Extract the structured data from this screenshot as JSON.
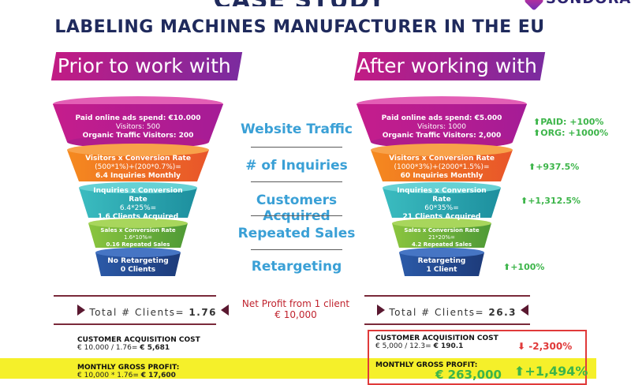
{
  "header": {
    "title": "CASE STUDY",
    "subtitle": "LABELING MACHINES MANUFACTURER IN THE EU",
    "logo": "SONDORA"
  },
  "banners": {
    "before": "Prior to work with us",
    "after": "After working with us"
  },
  "funnel_before": [
    {
      "title": "Paid online ads spend: €10.000",
      "lines": [
        "Visitors: 500",
        "Organic Traffic Visitors: 200"
      ]
    },
    {
      "title": "Visitors x Conversion Rate",
      "lines": [
        "(500*1%)+(200*0.7%)=",
        "6.4 Inquiries Monthly"
      ]
    },
    {
      "title": "Inquiries x Conversion Rate",
      "lines": [
        "6.4*25%=",
        "1.6 Clients Acquired"
      ]
    },
    {
      "title": "Sales x Conversion Rate",
      "lines": [
        "1.6*10%=",
        "0.16 Repeated Sales"
      ]
    },
    {
      "title": "No Retargeting",
      "lines": [
        "0 Clients"
      ]
    }
  ],
  "funnel_after": [
    {
      "title": "Paid online ads spend: €5.000",
      "lines": [
        "Visitors: 1000",
        "Organic Traffic Visitors: 2,000"
      ]
    },
    {
      "title": "Visitors x Conversion Rate",
      "lines": [
        "(1000*3%)+(2000*1.5%)=",
        "60 Inquiries Monthly"
      ]
    },
    {
      "title": "Inquiries x Conversion Rate",
      "lines": [
        "60*35%=",
        "21 Clients Acquired"
      ]
    },
    {
      "title": "Sales x Conversion Rate",
      "lines": [
        "21*20%=",
        "4.2 Repeated Sales"
      ]
    },
    {
      "title": "Retargeting",
      "lines": [
        "1 Client"
      ]
    }
  ],
  "stages": [
    "Website Traffic",
    "# of Inquiries",
    "Customers Acquired",
    "Repeated Sales",
    "Retargeting"
  ],
  "deltas": {
    "paid": "PAID: +100%",
    "org": "ORG: +1000%",
    "inquiries": "+937.5%",
    "clients": "+1,312.5%",
    "retargeting": "+100%"
  },
  "totals": {
    "before_label": "Total # Clients=",
    "before_value": "1.76",
    "after_label": "Total # Clients=",
    "after_value": "26.3",
    "net_profit_label": "Net Profit from 1 client",
    "net_profit_value": "€ 10,000"
  },
  "before_costs": {
    "cac_title": "CUSTOMER ACQUISITION COST",
    "cac_formula": "€ 10.000 / 1.76=",
    "cac_value": "€ 5,681",
    "gp_title": "MONTHLY GROSS PROFIT:",
    "gp_formula": "€ 10,000 * 1.76=",
    "gp_value": "€ 17,600"
  },
  "after_costs": {
    "cac_title": "CUSTOMER ACQUISITION COST",
    "cac_formula": "€ 5,000 / 12.3=",
    "cac_value": "€ 190.1",
    "cac_delta": "-2,300%",
    "gp_title": "MONTHLY GROSS PROFIT:",
    "gp_value": "€ 263,000",
    "gp_delta": "+1,494%"
  },
  "colors": {
    "navy": "#1f2a5c",
    "banner_start": "#c21b84",
    "banner_end": "#7b2b9f",
    "stage_text": "#3aa0d6",
    "green": "#3db54a",
    "red": "#e03a3a",
    "highlight": "#f5f02a"
  }
}
